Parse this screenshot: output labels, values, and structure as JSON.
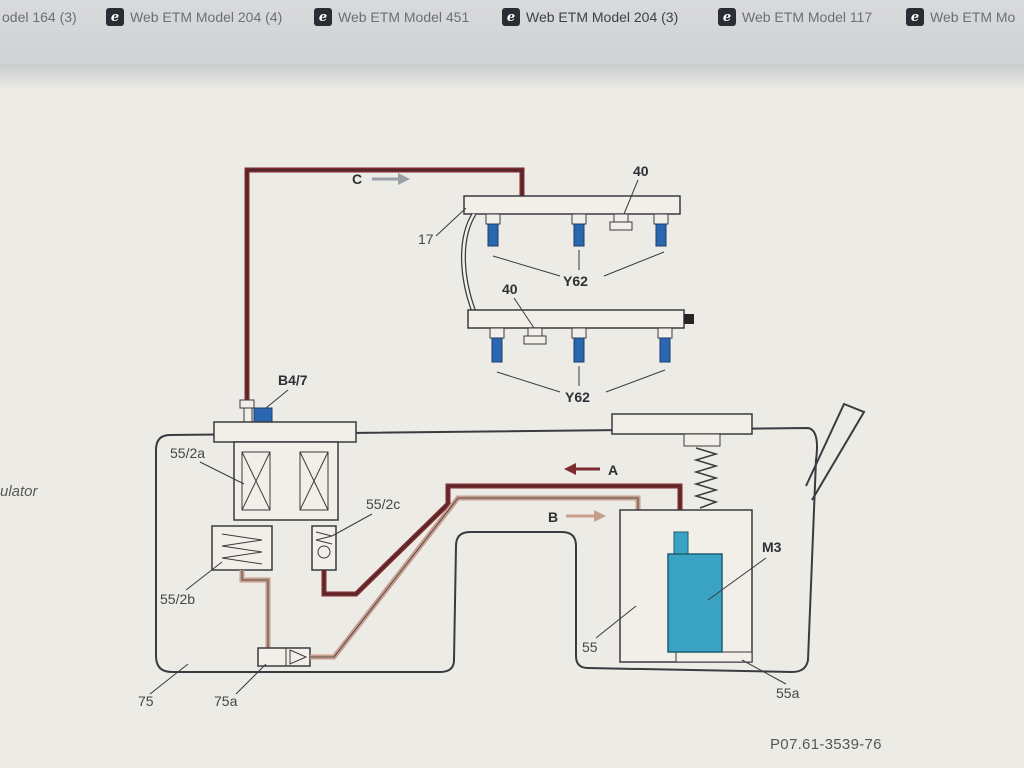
{
  "tabs": [
    {
      "label": "odel 164 (3)",
      "icon": "ie-icon"
    },
    {
      "label": "Web ETM Model 204 (4)",
      "icon": "ie-icon"
    },
    {
      "label": "Web ETM Model 451",
      "icon": "ie-icon"
    },
    {
      "label": "Web ETM Model 204 (3)",
      "icon": "ie-icon"
    },
    {
      "label": "Web ETM Model 117",
      "icon": "ie-icon"
    },
    {
      "label": "Web ETM Mo",
      "icon": "ie-icon"
    }
  ],
  "side_label": "ulator",
  "diagram": {
    "labels": {
      "flow_c": "C",
      "rail_17": "17",
      "sensor_40_top": "40",
      "sensor_40_bottom": "40",
      "injector_y62_top": "Y62",
      "injector_y62_bottom": "Y62",
      "pressure_sensor": "B4/7",
      "filter_55_2a": "55/2a",
      "valve_55_2c": "55/2c",
      "regulator_55_2b": "55/2b",
      "flow_a": "A",
      "flow_b": "B",
      "pump_m3": "M3",
      "module_55": "55",
      "strainer_55a": "55a",
      "tank_75": "75",
      "jet_pump_75a": "75a"
    },
    "colors": {
      "feed_line": "#7c2b2e",
      "return_line": "#c79d8c",
      "pump": "#3aa3c4",
      "injector": "#2b66b0",
      "outline": "#3a3b40"
    }
  },
  "figure_id": "P07.61-3539-76"
}
